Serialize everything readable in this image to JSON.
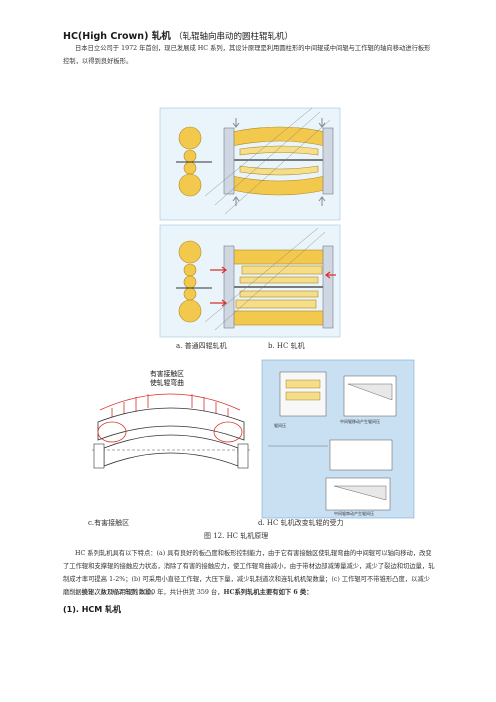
{
  "heading": {
    "title_main": "HC(High Crown) 轧机",
    "title_sub": "（轧辊轴向串动的圆柱辊轧机）"
  },
  "intro": "日本日立公司于 1972 年首创，现已发展成 HC 系列，其设计原理是利用圆柱形的中间辊或中间辊与工作辊的轴向移动进行板形控制，以得到良好板形。",
  "figure_top": {
    "caption_a": "a. 普通四辊轧机",
    "caption_b": "b. HC 轧机"
  },
  "figure_bottom": {
    "callout": "有害接触区\n使轧辊弯曲",
    "inset_label_1": "辊间压",
    "inset_label_2": "中间辊移动产生辊间压",
    "inset_label_3": "中间辊串动产生辊间压",
    "caption_c": "c.有害接触区",
    "caption_d": "d. HC 轧机改变轧辊的受力"
  },
  "figure_caption": "图 12. HC 轧机原理",
  "para2": "HC 系列轧机具有以下特点：(a) 具有良好的板凸度和板形控制能力，由于它有害接触区使轧辊弯曲的中间辊可以轴向移动，改变了工作辊和支撑辊的接触应力状态，消除了有害的接触应力，使工作辊弯曲减小，由于带材边部减薄量减少，减少了裂边和切边量，轧制成才率可提高 1-2%；(b) 可采用小直径工作辊，大压下量，减少轧制道次和连轧机机架数量；(c) 工作辊可不带锥形凸度，以减少磨削、换辊次数及备用辊的数量。",
  "para3_prefix": "据统计，从1972 年到 2000 年，共计供货 359 台，",
  "para3_bold": "HC系列轧机主要有如下 6 类：",
  "section_heading": "(1). HCM 轧机",
  "colors": {
    "roll_yellow": "#f2c94c",
    "arrow_red": "#d9302a",
    "blue_bg": "#c9dff2",
    "text_blue": "#1e5aa8"
  }
}
